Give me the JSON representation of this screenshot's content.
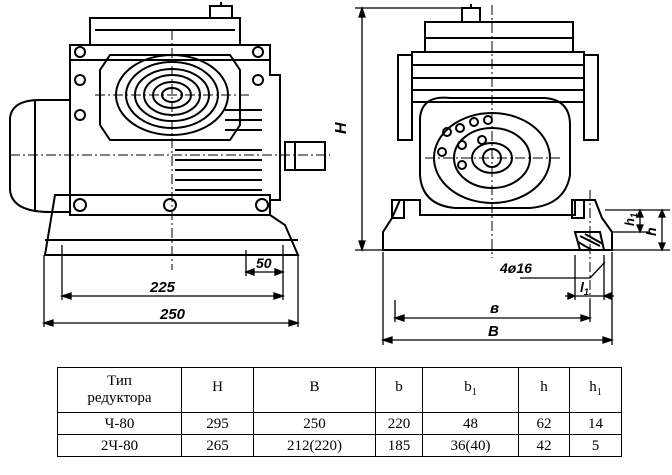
{
  "drawing": {
    "dims": {
      "d225": "225",
      "d250": "250",
      "d50": "50",
      "H": "H",
      "h": "h",
      "h1": "h",
      "h1_sub": "1",
      "holes": "4ø16",
      "l1": "l",
      "l1_sub": "1",
      "b": "в",
      "B": "B"
    }
  },
  "table": {
    "headers": [
      {
        "line1": "Тип",
        "line2": "редуктора"
      },
      {
        "main": "H",
        "sub": ""
      },
      {
        "main": "B",
        "sub": ""
      },
      {
        "main": "b",
        "sub": ""
      },
      {
        "main": "b",
        "sub": "1"
      },
      {
        "main": "h",
        "sub": ""
      },
      {
        "main": "h",
        "sub": "1"
      }
    ],
    "rows": [
      [
        "Ч-80",
        "295",
        "250",
        "220",
        "48",
        "62",
        "14"
      ],
      [
        "2Ч-80",
        "265",
        "212(220)",
        "185",
        "36(40)",
        "42",
        "5"
      ]
    ]
  }
}
